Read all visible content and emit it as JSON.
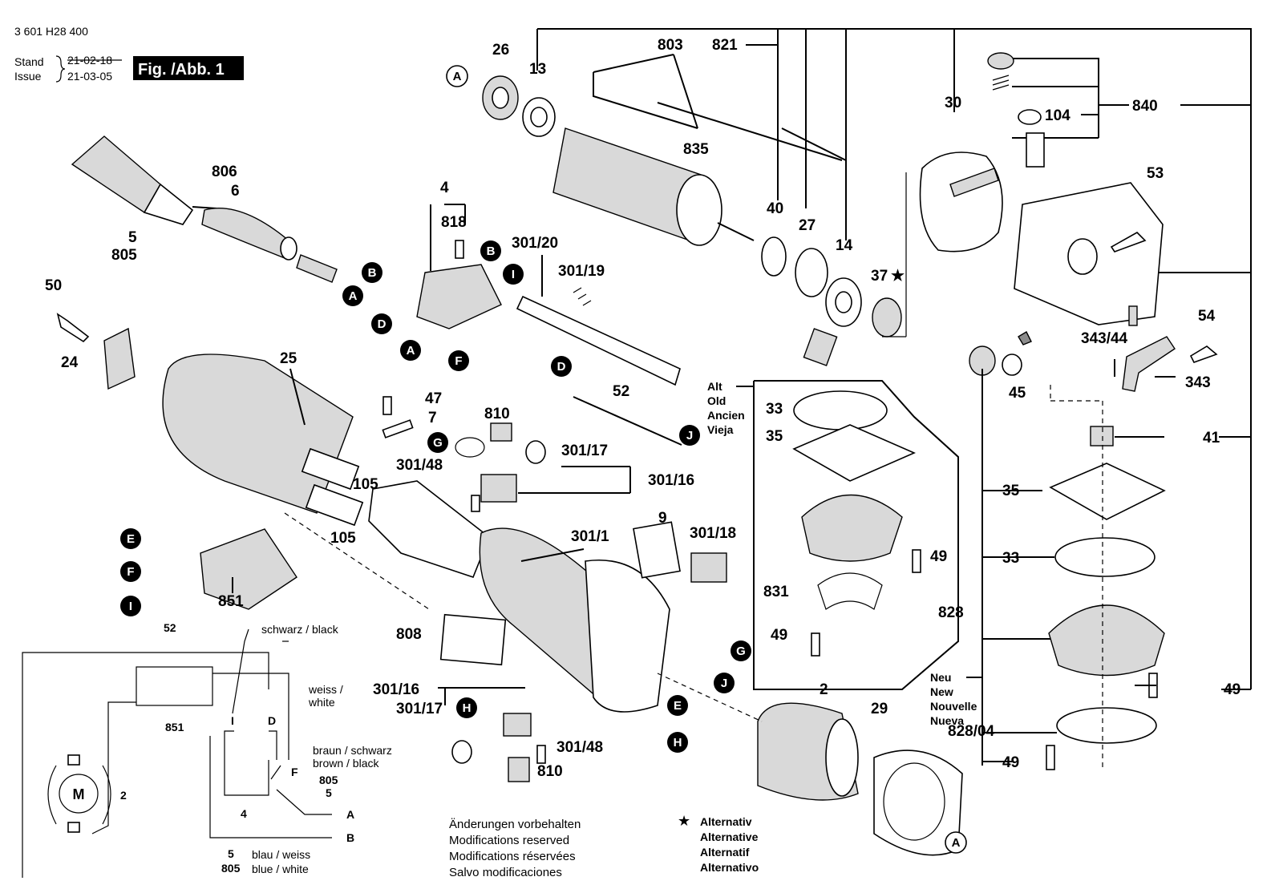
{
  "header": {
    "part_number": "3 601 H28 400",
    "stand_label": "Stand",
    "issue_label": "Issue",
    "date_old": "21-02-18",
    "date_new": "21-03-05",
    "fig_label": "Fig. /Abb. 1"
  },
  "labels": {
    "p26": "26",
    "p13": "13",
    "p803": "803",
    "p821": "821",
    "p30": "30",
    "p104": "104",
    "p840": "840",
    "p835": "835",
    "p53": "53",
    "p806": "806",
    "p6": "6",
    "p4": "4",
    "p818": "818",
    "p301_20": "301/20",
    "p40": "40",
    "p27": "27",
    "p14": "14",
    "p5": "5",
    "p805": "805",
    "p301_19": "301/19",
    "p37": "37",
    "p50": "50",
    "p54": "54",
    "p343_44": "343/44",
    "p24": "24",
    "p25": "25",
    "p343": "343",
    "p45": "45",
    "p52": "52",
    "p47": "47",
    "p7": "7",
    "p810": "810",
    "p41": "41",
    "p301_17": "301/17",
    "p301_48": "301/48",
    "p301_16": "301/16",
    "p105": "105",
    "p35": "35",
    "p33": "33",
    "p9": "9",
    "p301_18": "301/18",
    "p301_1": "301/1",
    "p49": "49",
    "p851": "851",
    "p831": "831",
    "p828": "828",
    "p808": "808",
    "p2": "2",
    "p29": "29",
    "p828_04": "828/04"
  },
  "letters": {
    "A": "A",
    "B": "B",
    "D": "D",
    "E": "E",
    "F": "F",
    "G": "G",
    "H": "H",
    "I": "I",
    "J": "J",
    "M": "M"
  },
  "alt_box": {
    "lines": [
      "Alt",
      "Old",
      "Ancien",
      "Vieja"
    ]
  },
  "neu_box": {
    "lines": [
      "Neu",
      "New",
      "Nouvelle",
      "Nueva"
    ]
  },
  "wiring": {
    "black": "schwarz / black",
    "white_de": "weiss /",
    "white_en": "white",
    "brown_de": "braun / schwarz",
    "brown_en": "brown / black",
    "blue_de": "blau / weiss",
    "blue_en": "blue / white",
    "n52": "52",
    "n851": "851",
    "n4": "4",
    "n2": "2",
    "n5a": "5",
    "n805a": "805",
    "n5b": "5",
    "n805b": "805",
    "tI": "I",
    "tD": "D",
    "tF": "F",
    "tA": "A",
    "tB": "B",
    "tM": "M"
  },
  "notes": {
    "modifications": [
      "Änderungen vorbehalten",
      "Modifications reserved",
      "Modifications réservées",
      "Salvo modificaciones"
    ],
    "alternativ": [
      "Alternativ",
      "Alternative",
      "Alternatif",
      "Alternativo"
    ],
    "star": "★"
  },
  "colors": {
    "ink": "#000000",
    "paper": "#ffffff",
    "callout_fill": "#000000"
  }
}
